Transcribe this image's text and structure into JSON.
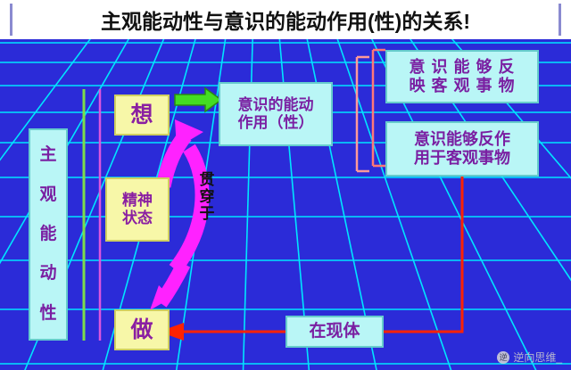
{
  "title": {
    "text": "主观能动性与意识的能动作用(性)的关系!"
  },
  "left_label": {
    "chars": [
      "主",
      "观",
      "能",
      "动",
      "性"
    ]
  },
  "nodes": {
    "xiang": "想",
    "zuo": "做",
    "jingshen_line1": "精神",
    "jingshen_line2": "状态",
    "guanchuan": [
      "贯",
      "穿",
      "于"
    ],
    "yishi_line1": "意识的能动",
    "yishi_line2": "作用（性）",
    "right1_line1": "意 识 能 够 反",
    "right1_line2": "映 客 观 事 物",
    "right2_line1": "意识能够反作",
    "right2_line2": "用于客观事物",
    "bottom": "在现体"
  },
  "colors": {
    "background_grid": "#2b2bd8",
    "grid_line": "#00e5ff",
    "cyan_box_fill": "#b9f6f6",
    "yellow_box_fill": "#f7f7a8",
    "purple_text": "#7a1fa2",
    "magenta_arrow": "#ff22ff",
    "green_arrow": "#44dd22",
    "red_arrow": "#ff2200",
    "title_bg": "#ffffff"
  },
  "watermark": {
    "badge": "逆",
    "text": "逆向思维_"
  }
}
